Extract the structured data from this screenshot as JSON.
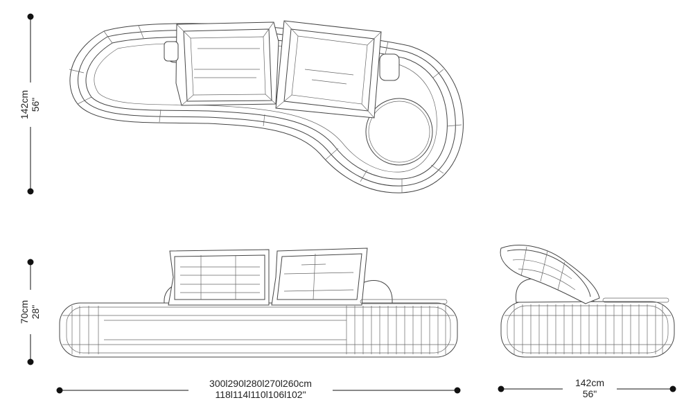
{
  "dimensions": {
    "top_height": {
      "cm": "142cm",
      "in": "56\""
    },
    "front_height": {
      "cm": "70cm",
      "in": "28\""
    },
    "front_width": {
      "cm": "300l290l280l270l260cm",
      "in": "118l114l110l106l102\""
    },
    "side_width": {
      "cm": "142cm",
      "in": "56\""
    }
  },
  "colors": {
    "line": "#444444",
    "dim": "#111111",
    "background": "#ffffff"
  }
}
